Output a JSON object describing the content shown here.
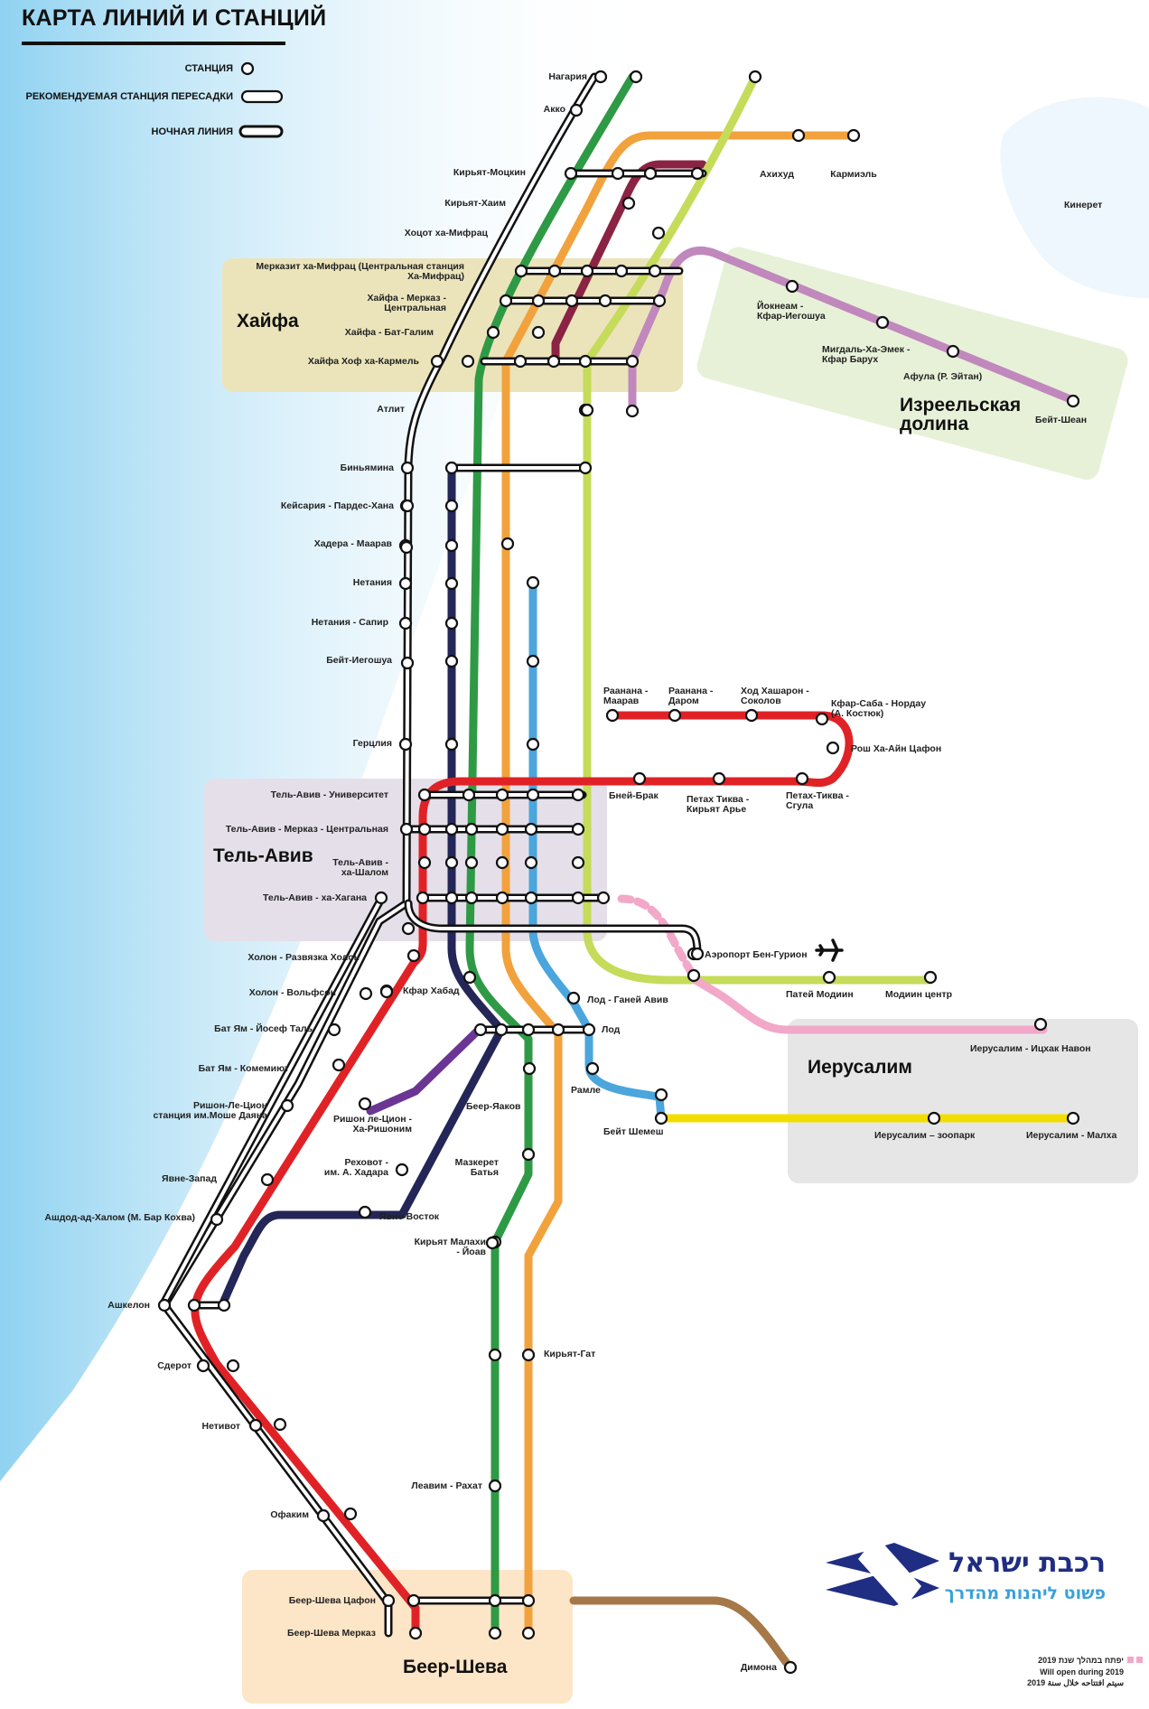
{
  "title": "КАРТА ЛИНИЙ И СТАНЦИЙ",
  "legend": {
    "station": "СТАНЦИЯ",
    "transfer": "РЕКОМЕНДУЕМАЯ СТАНЦИЯ ПЕРЕСАДКИ",
    "night": "НОЧНАЯ ЛИНИЯ"
  },
  "regions": {
    "haifa": "Хайфа",
    "jezreel": "Изреельская долина",
    "telaviv": "Тель-Авив",
    "jerusalem": "Иерусалим",
    "beersheva": "Беер-Шева",
    "kinneret": "Кинерет"
  },
  "stations": {
    "nahariya": "Нагария",
    "akko": "Акко",
    "kiryat_motzkin": "Кирьят-Моцкин",
    "ahihud": "Ахихуд",
    "karmiel": "Кармиэль",
    "kiryat_haim": "Кирьят-Хаим",
    "hotzot": "Хоцот ха-Мифрац",
    "merkazit_mifratz": "Мерказит ха-Мифрац (Центральная станция Ха-Мифрац)",
    "haifa_merkaz": "Хайфа - Мерказ - Центральная",
    "haifa_bat_galim": "Хайфа - Бат-Галим",
    "haifa_hof_karmel": "Хайфа Хоф ха-Кармель",
    "yokneam": "Йокнеам - Кфар-Иегошуа",
    "migdal_haemek": "Мигдаль-Ха-Эмек - Кфар Барух",
    "afula": "Афула (Р. Эйтан)",
    "beit_shean": "Бейт-Шеан",
    "atlit": "Атлит",
    "binyamina": "Биньямина",
    "caesarea": "Кейсария - Пардес-Хана",
    "hadera": "Хадера - Маарав",
    "netanya": "Нетания",
    "netanya_sapir": "Нетания - Сапир",
    "beit_yehoshua": "Бейт-Иегошуа",
    "herzliya": "Герцлия",
    "raanana_maarav": "Раанана - Маарав",
    "raanana_darom": "Раанана - Даром",
    "hod_hasharon": "Ход Хашарон - Соколов",
    "kfar_saba": "Кфар-Саба - Нордау (А. Костюк)",
    "rosh_haayin": "Рош Ха-Айн Цафон",
    "bnei_brak": "Бней-Брак",
    "petah_tikva_arie": "Петах Тиква - Кирьят Арье",
    "petah_tikva_segula": "Петах-Тиква - Сгула",
    "ta_university": "Тель-Авив - Университет",
    "ta_merkaz": "Тель-Авив - Мерказ - Центральная",
    "ta_hashalom": "Тель-Авив - ха-Шалом",
    "ta_hahagana": "Тель-Авив - ха-Хагана",
    "airport": "Аэропорт Бен-Гурион",
    "paatei_modiin": "Патей Модиин",
    "modiin": "Модиин центр",
    "holon_junction": "Холон - Развязка Холон",
    "holon_wolfson": "Холон - Вольфсон",
    "kfar_habad": "Кфар Хабад",
    "lod_ganei_aviv": "Лод - Ганей Авив",
    "bat_yam_yoseftal": "Бат Ям - Йосеф Таль",
    "lod": "Лод",
    "bat_yam_komemiyut": "Бат Ям - Комемиют",
    "ramla": "Рамле",
    "rishon_moshe_dayan": "Ришон-Ле-Цион станция им.Моше Даяна",
    "rishon_harishonim": "Ришон ле-Цион - Ха-Ришоним",
    "beer_yaakov": "Беер-Яаков",
    "beit_shemesh": "Бейт Шемеш",
    "jerusalem_navon": "Иерусалим - Ицхак Навон",
    "jerusalem_zoo": "Иерусалим – зоопарк",
    "jerusalem_malha": "Иерусалим - Малха",
    "yavne_west": "Явне-Запад",
    "rehovot": "Реховот - им. А. Хадара",
    "mazkeret_batya": "Мазкерет Батья",
    "ashdod": "Ашдод-ад-Халом (М. Бар Кохва)",
    "yavne_east": "Явне-Восток",
    "kiryat_malachi": "Кирьят Малахи - Йоав",
    "ashkelon": "Ашкелон",
    "sderot": "Сдерот",
    "kiryat_gat": "Кирьят-Гат",
    "netivot": "Нетивот",
    "lehavim": "Леавим - Рахат",
    "ofakim": "Офаким",
    "beer_sheva_north": "Беер-Шева Цафон",
    "beer_sheva_center": "Беер-Шева Мерказ",
    "dimona": "Димона"
  },
  "logo": {
    "hebrew_top": "רכבת ישראל",
    "hebrew_bottom": "פשוט ליהנות מהדרך"
  },
  "note": {
    "hebrew": "יפתח במהלך שנת 2019",
    "english": "Will open during 2019",
    "arabic": "سيتم افتتاحه خلال سنة 2019"
  },
  "colors": {
    "coastal": "#111111",
    "green": "#2f9a45",
    "orange": "#f2a23c",
    "maroon": "#8b2344",
    "lime": "#c5db5a",
    "lilac": "#c088bd",
    "navy": "#232657",
    "blue": "#4aa6dc",
    "red": "#e02226",
    "purple": "#6b3594",
    "yellow": "#f2dd00",
    "pink": "#f2a8c8",
    "brown": "#a67848",
    "sea": "#9fd8f3"
  }
}
